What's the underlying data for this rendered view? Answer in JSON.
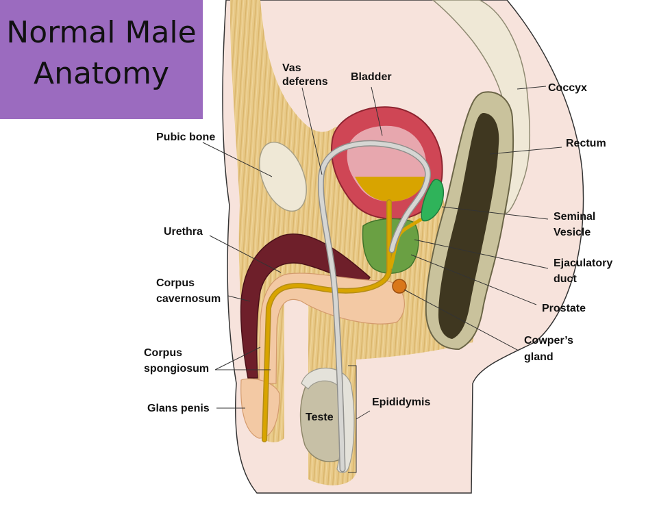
{
  "title": {
    "line1": "Normal Male",
    "line2": "Anatomy"
  },
  "colors": {
    "title_bg": "#9b6bbf",
    "tissue": "#e8c987",
    "skin": "#f7e3dc",
    "bone": "#efe8d6",
    "bladder_wall": "#cf4655",
    "bladder_inner": "#e7a7ae",
    "urine": "#d8a400",
    "prostate": "#6aa043",
    "seminal_vesicle": "#2fb35a",
    "corpus_cavernosum": "#6e1f2a",
    "corpus_spongiosum": "#f3c9a4",
    "testis": "#c7c0a6",
    "epididymis": "#e4e2da",
    "vas_deferens": "#c8c8c6",
    "rectum": "#3f3720",
    "cowpers_gland": "#d9771a"
  },
  "labels": {
    "vas_deferens": [
      "Vas",
      "deferens"
    ],
    "bladder": "Bladder",
    "coccyx": "Coccyx",
    "pubic_bone": "Pubic bone",
    "rectum": "Rectum",
    "seminal_vesicle": [
      "Seminal",
      "Vesicle"
    ],
    "urethra": "Urethra",
    "ejaculatory_duct": [
      "Ejaculatory",
      "duct"
    ],
    "corpus_cavernosum": [
      "Corpus",
      "cavernosum"
    ],
    "prostate": "Prostate",
    "cowpers_gland": [
      "Cowper’s",
      "gland"
    ],
    "corpus_spongiosum": [
      "Corpus",
      "spongiosum"
    ],
    "epididymis": "Epididymis",
    "glans_penis": "Glans penis",
    "teste": "Teste"
  }
}
